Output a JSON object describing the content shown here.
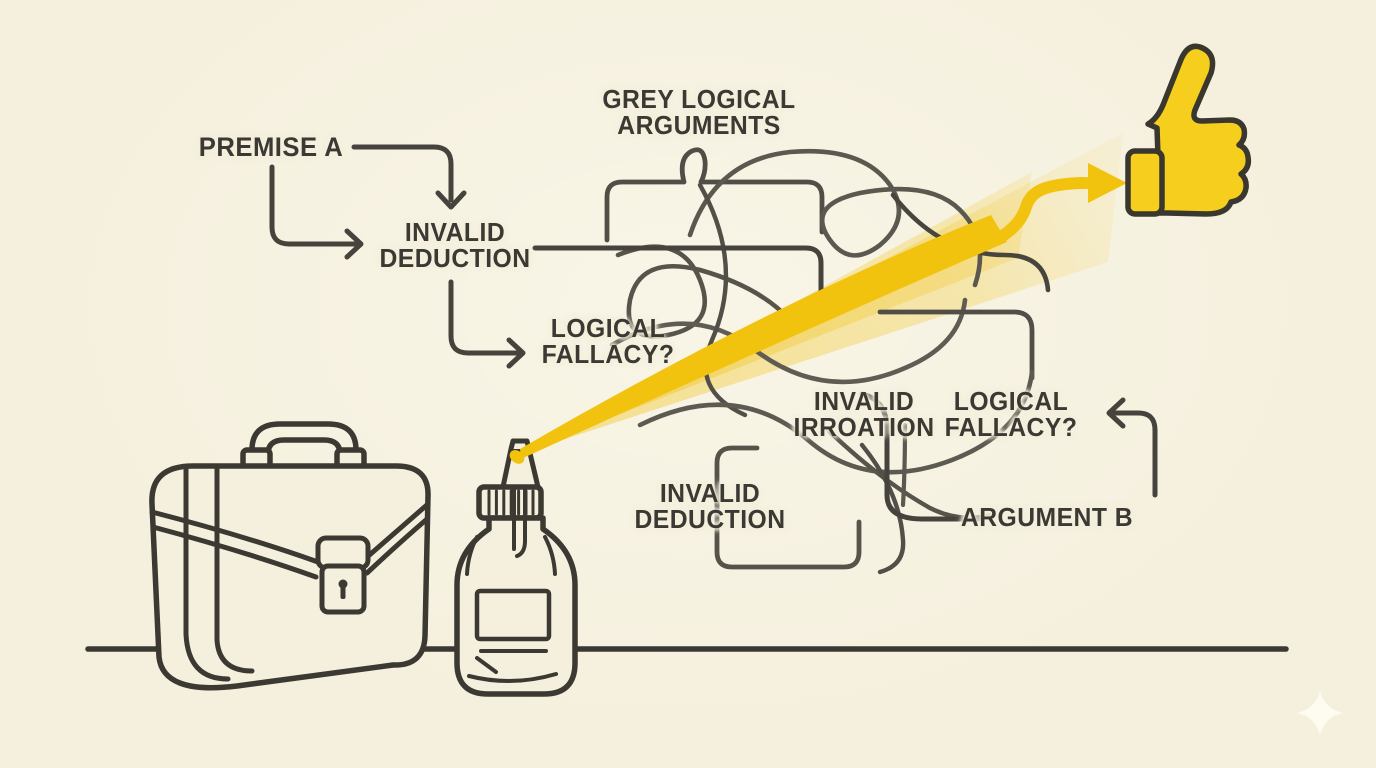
{
  "scene": {
    "background_color": "#f5f0dd",
    "ink_color": "#3d3b34",
    "tangle_color": "#56544b",
    "accent_yellow": "#f2c30e",
    "thumb_fill": "#f6cf1e",
    "sparkle_color": "#fffdf2"
  },
  "labels": {
    "premise_a": "PREMISE A",
    "invalid_deduction_left": "INVALID\nDEDUCTION",
    "logical_fallacy_left": "LOGICAL\nFALLACY?",
    "grey_logical_arguments": "GREY LOGICAL\nARGUMENTS",
    "invalid_irroation": "INVALID\nIRROATION",
    "logical_fallacy_right": "LOGICAL\nFALLACY?",
    "invalid_deduction_bottom": "INVALID\nDEDUCTION",
    "argument_b": "ARGUMENT B"
  },
  "icons": [
    "briefcase-icon",
    "dropper-bottle-icon",
    "light-beam",
    "tangled-scribble",
    "thumbs-up-icon",
    "sparkle-icon",
    "ground-line"
  ]
}
